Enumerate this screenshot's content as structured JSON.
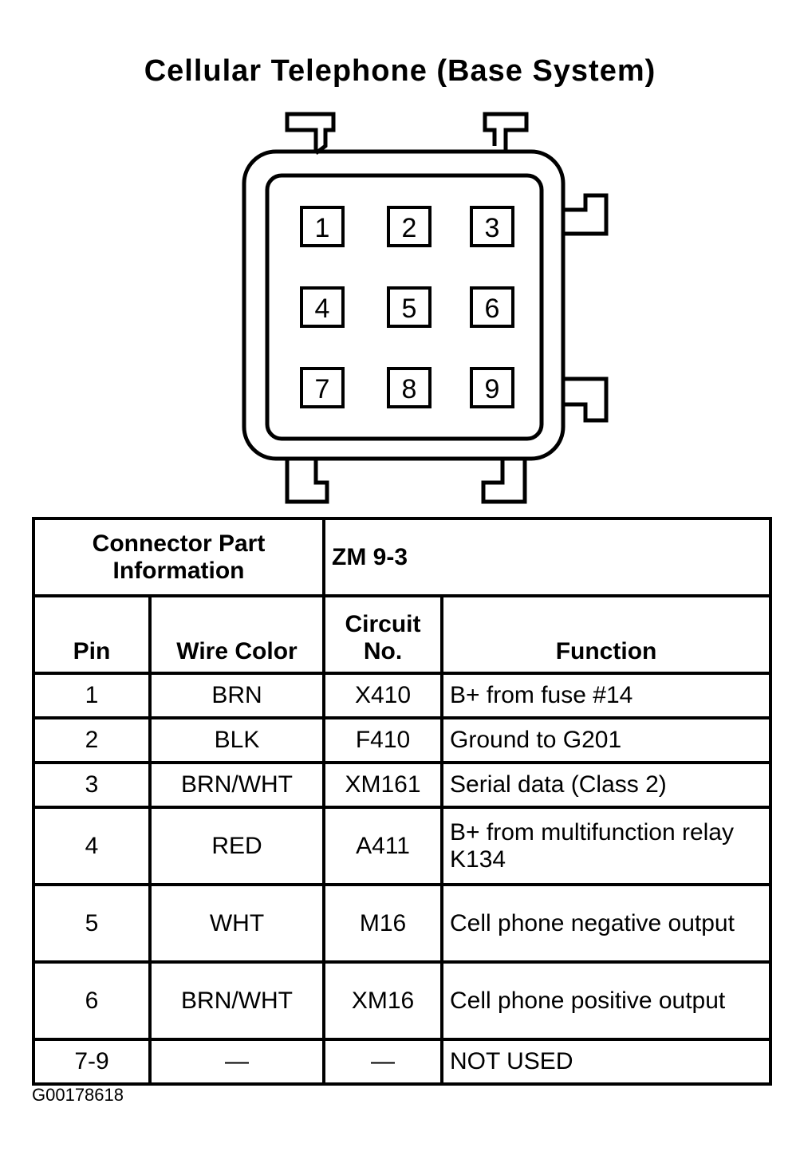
{
  "title": "Cellular Telephone (Base System)",
  "connector": {
    "pins": [
      "1",
      "2",
      "3",
      "4",
      "5",
      "6",
      "7",
      "8",
      "9"
    ]
  },
  "table": {
    "part_info_label": "Connector Part Information",
    "part_info_value": "ZM 9-3",
    "headers": {
      "pin": "Pin",
      "wire_color": "Wire Color",
      "circuit_no": "Circuit No.",
      "function": "Function"
    },
    "rows": [
      {
        "pin": "1",
        "wire_color": "BRN",
        "circuit": "X410",
        "function": "B+ from fuse #14"
      },
      {
        "pin": "2",
        "wire_color": "BLK",
        "circuit": "F410",
        "function": "Ground to G201"
      },
      {
        "pin": "3",
        "wire_color": "BRN/WHT",
        "circuit": "XM161",
        "function": "Serial data (Class 2)"
      },
      {
        "pin": "4",
        "wire_color": "RED",
        "circuit": "A411",
        "function": "B+ from multifunction relay K134"
      },
      {
        "pin": "5",
        "wire_color": "WHT",
        "circuit": "M16",
        "function": "Cell phone negative output"
      },
      {
        "pin": "6",
        "wire_color": "BRN/WHT",
        "circuit": "XM16",
        "function": "Cell phone positive output"
      },
      {
        "pin": "7-9",
        "wire_color": "—",
        "circuit": "—",
        "function": "NOT USED"
      }
    ]
  },
  "figure_code": "G00178618"
}
